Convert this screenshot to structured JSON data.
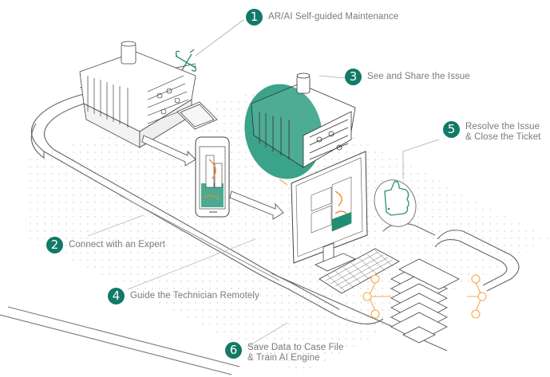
{
  "diagram": {
    "accent_color": "#127a66",
    "highlight_color": "#f5a94e",
    "line_color": "#555555",
    "text_color": "#7a7a7a",
    "steps": [
      {
        "number": "1",
        "lines": [
          "AR/AI Self-guided Maintenance"
        ]
      },
      {
        "number": "2",
        "lines": [
          "Connect with an Expert"
        ]
      },
      {
        "number": "3",
        "lines": [
          "See and Share the Issue"
        ]
      },
      {
        "number": "4",
        "lines": [
          "Guide the Technician Remotely"
        ]
      },
      {
        "number": "5",
        "lines": [
          "Resolve the Issue",
          "& Close the Ticket"
        ]
      },
      {
        "number": "6",
        "lines": [
          "Save Data to Case File",
          "& Train AI Engine"
        ]
      }
    ],
    "illustrations": [
      {
        "name": "equipment-unit",
        "icon": "machine"
      },
      {
        "name": "wrench-screwdriver",
        "icon": "tools"
      },
      {
        "name": "tablet-on-desk",
        "icon": "tablet"
      },
      {
        "name": "smartphone-with-ar-view",
        "icon": "phone"
      },
      {
        "name": "equipment-magnified",
        "icon": "magnifier"
      },
      {
        "name": "desktop-monitor",
        "icon": "monitor"
      },
      {
        "name": "keyboard",
        "icon": "keyboard"
      },
      {
        "name": "thumbs-up-bubble",
        "icon": "thumbs-up"
      },
      {
        "name": "data-stack",
        "icon": "database"
      }
    ]
  }
}
